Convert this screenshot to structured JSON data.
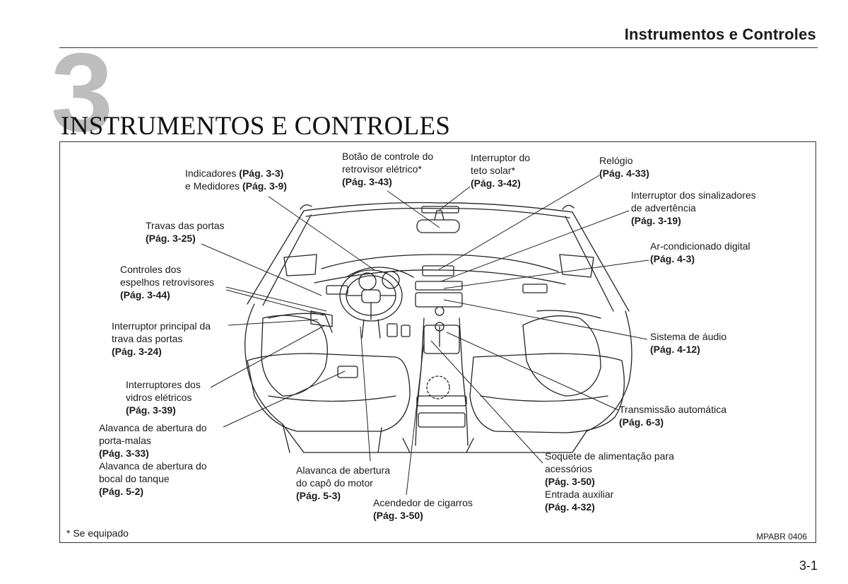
{
  "header": {
    "section_title": "Instrumentos e Controles"
  },
  "chapter": {
    "number": "3",
    "title": "INSTRUMENTOS E CONTROLES"
  },
  "labels": {
    "indicadores": {
      "l1a": "Indicadores ",
      "l1b": "(Pág. 3-3)",
      "l2a": "e Medidores ",
      "l2b": "(Pág. 3-9)"
    },
    "botao_retrovisor": {
      "l1": "Botão de controle do",
      "l2": "retrovisor elétrico*",
      "ref": "(Pág. 3-43)"
    },
    "teto_solar": {
      "l1": "Interruptor do",
      "l2": "teto solar*",
      "ref": "(Pág. 3-42)"
    },
    "relogio": {
      "l1": "Relógio",
      "ref": "(Pág. 4-33)"
    },
    "sinalizadores": {
      "l1": "Interruptor dos sinalizadores",
      "l2": "de advertência",
      "ref": "(Pág. 3-19)"
    },
    "travas": {
      "l1": "Travas das portas",
      "ref": "(Pág. 3-25)"
    },
    "ar_cond": {
      "l1": "Ar-condicionado digital",
      "ref": "(Pág. 4-3)"
    },
    "espelhos": {
      "l1": "Controles dos",
      "l2": "espelhos retrovisores",
      "ref": "(Pág. 3-44)"
    },
    "interruptor_trava": {
      "l1": "Interruptor principal da",
      "l2": "trava das portas",
      "ref": "(Pág. 3-24)"
    },
    "audio": {
      "l1": "Sistema de áudio",
      "ref": "(Pág. 4-12)"
    },
    "vidros": {
      "l1": "Interruptores dos",
      "l2": "vidros elétricos",
      "ref": "(Pág. 3-39)"
    },
    "transmissao": {
      "l1": "Transmissão automática",
      "ref": "(Pág. 6-3)"
    },
    "porta_malas": {
      "l1": "Alavanca de abertura do",
      "l2": "porta-malas",
      "ref": "(Pág. 3-33)",
      "l3": "Alavanca de abertura do",
      "l4": "bocal do tanque",
      "ref2": "(Pág. 5-2)"
    },
    "capo": {
      "l1": "Alavanca de abertura",
      "l2": "do capô do motor",
      "ref": "(Pág. 5-3)"
    },
    "soquete": {
      "l1": "Soquete de alimentação para",
      "l2": "acessórios",
      "ref": "(Pág. 3-50)",
      "l3": "Entrada auxiliar",
      "ref2": "(Pág. 4-32)"
    },
    "acendedor": {
      "l1": "Acendedor de cigarros",
      "ref": "(Pág. 3-50)"
    }
  },
  "footnote": "* Se equipado",
  "figure_code": "MPABR 0406",
  "page_number": "3-1"
}
